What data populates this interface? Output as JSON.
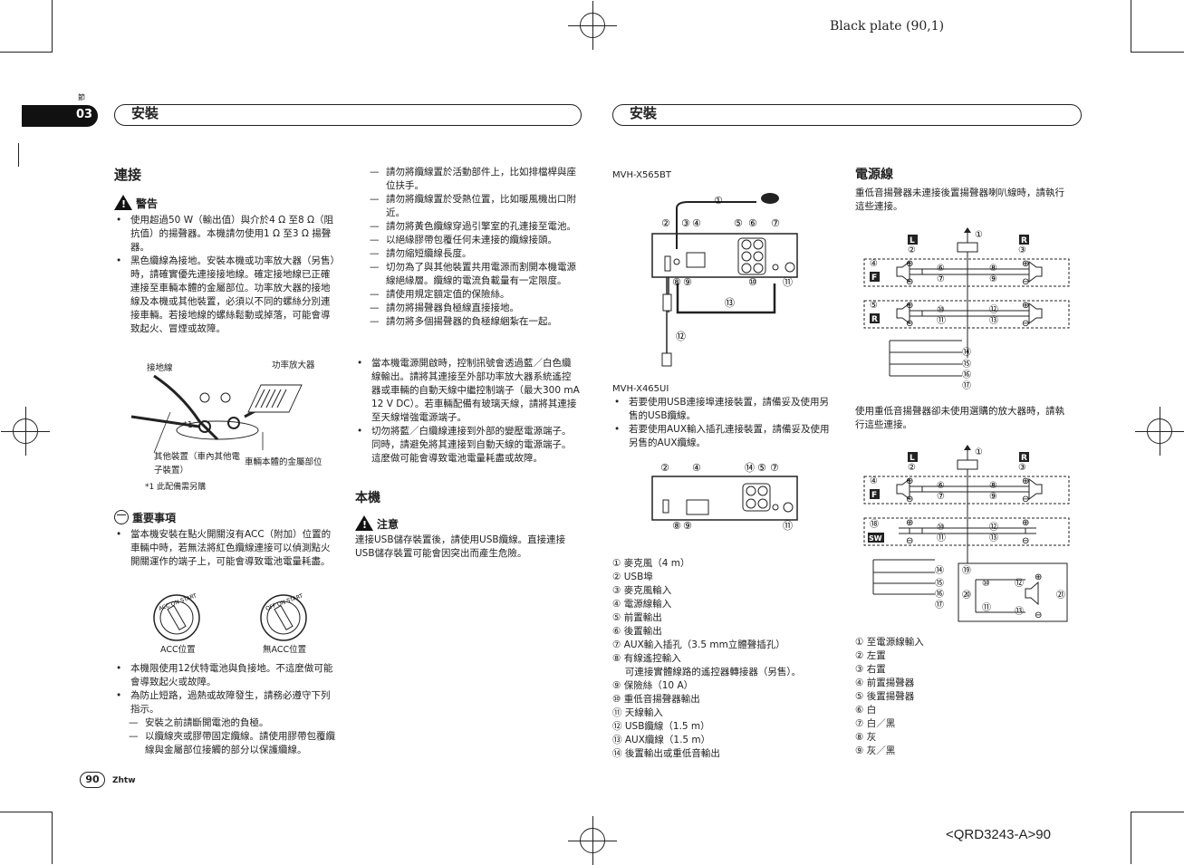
{
  "header": {
    "plate": "Black plate (90,1)",
    "chapter_label": "節",
    "chapter_num": "03",
    "section_title_left": "安裝",
    "section_title_right": "安裝"
  },
  "footer": {
    "page_num": "90",
    "lang": "Zhtw",
    "code": "<QRD3243-A>90"
  },
  "connect": {
    "title": "連接",
    "warning_title": "警告",
    "warning_items": [
      "使用超過50 W（輸出值）與介於4 Ω 至8 Ω（阻抗值）的揚聲器。本機請勿使用1 Ω 至3 Ω 揚聲器。",
      "黑色纜線為接地。安裝本機或功率放大器（另售）時，請確實優先連接接地線。確定接地線已正確連接至車輛本體的金屬部位。功率放大器的接地線及本機或其他裝置，必須以不同的螺絲分別連接車輛。若接地線的螺絲鬆動或掉落，可能會導致起火、冒煙或故障。"
    ],
    "ground_diagram": {
      "label_ground": "接地線",
      "label_amp": "功率放大器",
      "label_star": "*1",
      "label_other": "其他裝置（車內其他電子裝置）",
      "label_metal": "車輛本體的金屬部位",
      "note": "*1 此配備需另購"
    },
    "important_title": "重要事項",
    "important_items": [
      "當本機安裝在點火開關沒有ACC（附加）位置的車輛中時，若無法將紅色纜線連接可以偵測點火開關運作的端子上，可能會導致電池電量耗盡。"
    ],
    "acc_on": "ACC位置",
    "acc_off": "無ACC位置",
    "switch_text_on": "ACC ON START",
    "switch_text_off": "OFF ON START",
    "more_items": [
      "本機限使用12伏特電池與負接地。不這麼做可能會導致起火或故障。",
      "為防止短路，過熱或故障發生，請務必遵守下列指示。"
    ],
    "sub_items": [
      "安裝之前請斷開電池的負極。",
      "以纜線夾或膠帶固定纜線。請使用膠帶包覆纜線與金屬部位接觸的部分以保護纜線。"
    ]
  },
  "middle": {
    "dash_items": [
      "請勿將纜線置於活動部件上，比如排檔桿與座位扶手。",
      "請勿將纜線置於受熱位置，比如暖風機出口附近。",
      "請勿將黃色纜線穿過引擎室的孔連接至電池。",
      "以絕緣膠帶包覆任何未連接的纜線接頭。",
      "請勿縮短纜線長度。",
      "切勿為了與其他裝置共用電源而割開本機電源線絕緣層。纜線的電流負載量有一定限度。",
      "請使用規定額定值的保險絲。",
      "請勿將揚聲器負極線直接接地。",
      "請勿將多個揚聲器的負極線綑紮在一起。"
    ],
    "bullets": [
      "當本機電源開啟時，控制訊號會透過藍／白色纜線輸出。請將其連接至外部功率放大器系統遙控器或車輛的自動天線中繼控制端子（最大300 mA 12 V DC）。若車輛配備有玻璃天線，請將其連接至天線增強電源端子。",
      "切勿將藍／白纜線連接到外部的變壓電源端子。同時，請避免將其連接到自動天線的電源端子。這麼做可能會導致電池電量耗盡或故障。"
    ],
    "unit_title": "本機",
    "caution_title": "注意",
    "caution_text": "連接USB儲存裝置後，請使用USB纜線。直接連接USB儲存裝置可能會因突出而產生危險。"
  },
  "models": {
    "model1": "MVH-X565BT",
    "model2": "MVH-X465UI",
    "model2_items": [
      "若要使用USB連接埠連接裝置，請備妥及使用另售的USB纜線。",
      "若要使用AUX輸入插孔連接裝置，請備妥及使用另售的AUX纜線。"
    ],
    "callouts1": [
      "①",
      "②",
      "③",
      "④",
      "⑤",
      "⑥",
      "⑦",
      "⑧",
      "⑨",
      "⑩",
      "⑪",
      "⑫",
      "⑬"
    ],
    "callouts2": [
      "②",
      "④",
      "⑭",
      "⑤",
      "⑦",
      "⑧",
      "⑨",
      "⑪"
    ],
    "legend": [
      "① 麥克風（4 m）",
      "② USB埠",
      "③ 麥克風輸入",
      "④ 電源線輸入",
      "⑤ 前置輸出",
      "⑥ 後置輸出",
      "⑦ AUX輸入插孔（3.5 mm立體聲插孔）",
      "⑧ 有線遙控輸入",
      "　 可連接實體線路的遙控器轉接器（另售）。",
      "⑨ 保險絲（10 A）",
      "⑩ 重低音揚聲器輸出",
      "⑪ 天線輸入",
      "⑫ USB纜線（1.5 m）",
      "⑬ AUX纜線（1.5 m）",
      "⑭ 後置輸出或重低音輸出"
    ]
  },
  "power": {
    "title": "電源線",
    "intro1": "重低音揚聲器未連接後置揚聲器喇叭線時，請執行這些連接。",
    "intro2": "使用重低音揚聲器卻未使用選購的放大器時，請執行這些連接。",
    "box_L": "L",
    "box_R": "R",
    "box_F": "F",
    "box_SW": "SW",
    "d1": {
      "top": [
        "①",
        "②",
        "③"
      ],
      "mid": [
        "④",
        "⑤",
        "⑥",
        "⑦",
        "⑧",
        "⑨",
        "⑩",
        "⑪",
        "⑫",
        "⑬"
      ],
      "bottom": [
        "⑭",
        "⑮",
        "⑯",
        "⑰"
      ]
    },
    "d2": {
      "top": [
        "①",
        "②",
        "③"
      ],
      "mid": [
        "④",
        "⑱",
        "⑥",
        "⑦",
        "⑧",
        "⑨",
        "⑩",
        "⑪",
        "⑫",
        "⑬"
      ],
      "bottom": [
        "⑭",
        "⑮",
        "⑯",
        "⑰"
      ],
      "sw": [
        "⑲",
        "⑳",
        "⑩",
        "⑪",
        "⑫",
        "⑬",
        "㉑"
      ]
    },
    "plus": "⊕",
    "minus": "⊖",
    "legend": [
      "① 至電源線輸入",
      "② 左置",
      "③ 右置",
      "④ 前置揚聲器",
      "⑤ 後置揚聲器",
      "⑥ 白",
      "⑦ 白／黑",
      "⑧ 灰",
      "⑨ 灰／黑"
    ]
  }
}
